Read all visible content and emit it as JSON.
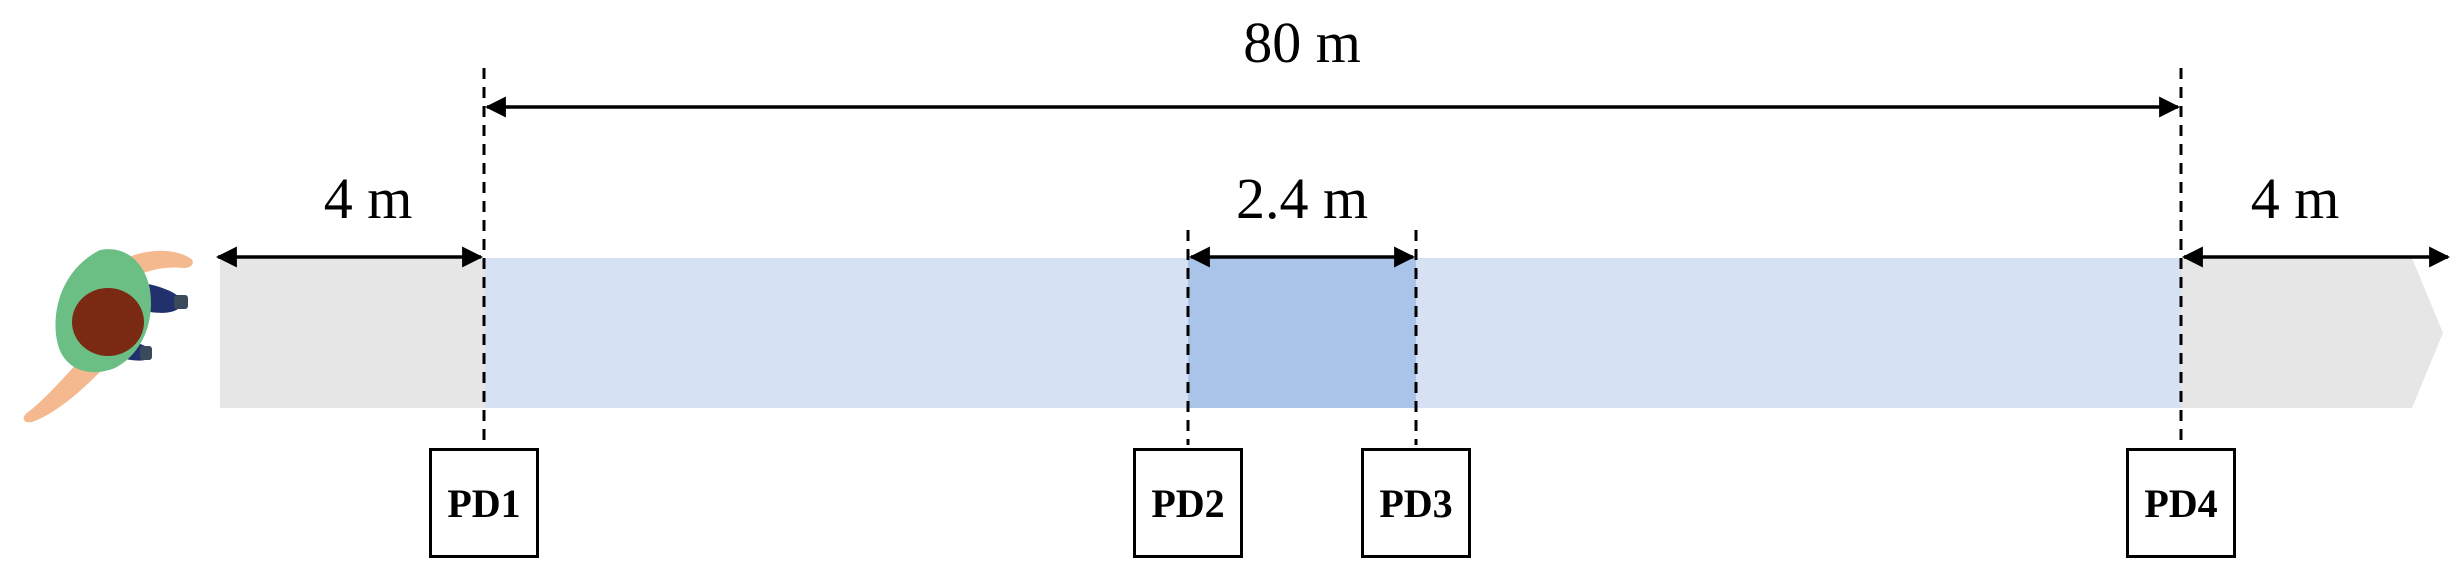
{
  "dimensions": {
    "total": "80 m",
    "left_margin": "4 m",
    "middle_span": "2.4 m",
    "right_margin": "4 m"
  },
  "detectors": [
    "PD1",
    "PD2",
    "PD3",
    "PD4"
  ],
  "colors": {
    "walkway_gray": "#e6e6e6",
    "zone_light_blue": "#d6e2f3",
    "zone_mid_blue": "#a9c4e8",
    "line": "#000000",
    "person_shirt": "#6bbf84",
    "person_hair": "#7a2a12",
    "person_pants": "#22306e",
    "person_skin": "#f4b98f"
  },
  "person": {
    "icon": "walking-person-topview-icon"
  }
}
